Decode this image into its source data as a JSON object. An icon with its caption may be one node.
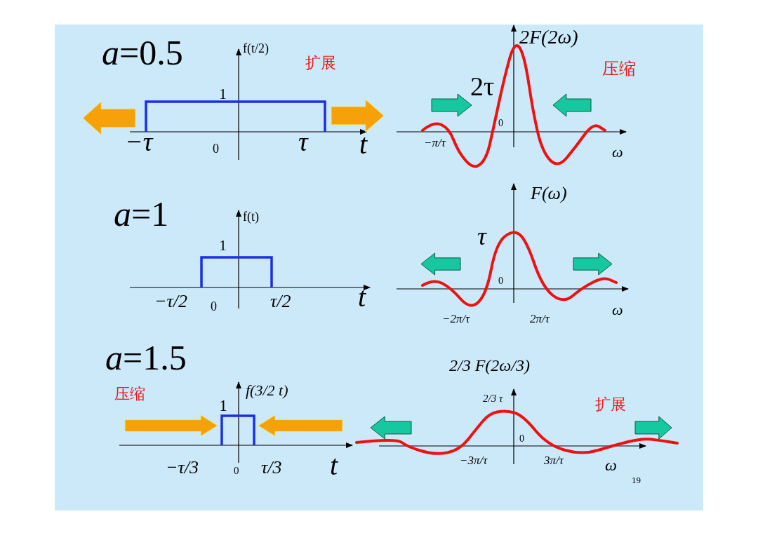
{
  "diagram": {
    "labels": [
      "*a*=0.5",
      "f(t/2)",
      "扩展",
      "1",
      "−τ",
      "0",
      "τ",
      "t",
      "2F(2ω)",
      "压缩",
      "2τ",
      "0",
      "−π/τ",
      "ω",
      "*a*=1",
      "f(t)",
      "1",
      "−τ/2",
      "0",
      "τ/2",
      "t",
      "F(ω)",
      "τ",
      "0",
      "−2π/τ",
      "2π/τ",
      "ω",
      "*a*=1.5",
      "压缩",
      "f(3/2 t)",
      "1",
      "−τ/3",
      "0",
      "τ/3",
      "t",
      "2/3 F(2ω/3)",
      "扩展",
      "2/3 τ",
      "0",
      "−3π/τ",
      "3π/τ",
      "ω",
      "19"
    ]
  }
}
